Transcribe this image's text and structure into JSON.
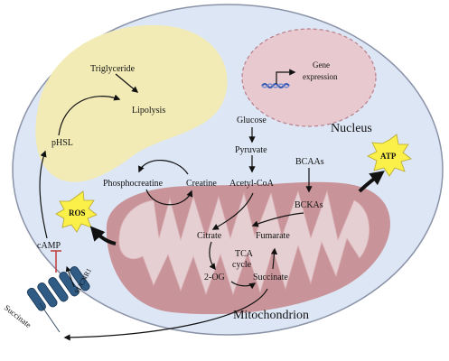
{
  "labels": {
    "triglyceride": "Triglyceride",
    "lipolysis": "Lipolysis",
    "phsl": "pHSL",
    "camp": "cAMP",
    "ros": "ROS",
    "atp": "ATP",
    "gene_expression_line1": "Gene",
    "gene_expression_line2": "expression",
    "nucleus": "Nucleus",
    "glucose": "Glucose",
    "pyruvate": "Pyruvate",
    "acetyl_coa": "Acetyl-CoA",
    "phosphocreatine": "Phosphocreatine",
    "creatine": "Creatine",
    "bcaas": "BCAAs",
    "bckas": "BCKAs",
    "citrate": "Citrate",
    "fumarate": "Fumarate",
    "tca_line1": "TCA",
    "tca_line2": "cycle",
    "two_og": "2-OG",
    "succinate_inner": "Succinate",
    "mitochondrion": "Mitochondrion",
    "sucnr1": "SUCNR1",
    "succinate_outer": "Succinate"
  },
  "colors": {
    "cell_fill": "#dde6f4",
    "cell_stroke": "#8a93a8",
    "lipid_fill": "#f2ebb6",
    "nucleus_fill": "#e7c9cf",
    "nucleus_stroke": "#b87f8a",
    "mito_outer": "#c99499",
    "mito_inner": "#e6cfd2",
    "star_fill": "#fbf04a",
    "star_stroke": "#b8a82a",
    "receptor_fill": "#2f5b84",
    "receptor_stroke": "#183450",
    "dna": "#3b5bb2",
    "inhibit": "#c23a3a",
    "arrow": "#111111"
  }
}
